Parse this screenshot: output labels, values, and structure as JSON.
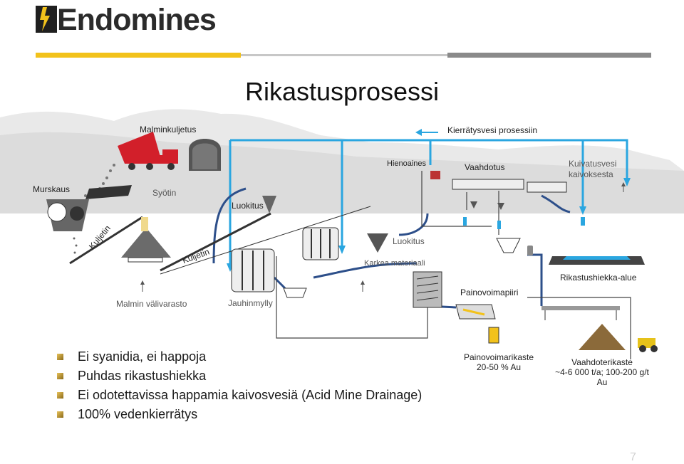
{
  "brand": {
    "name": "Endomines",
    "colors": {
      "accent": "#f2c21b",
      "gray": "#8a8a8a",
      "flow_blue": "#2aa6e0",
      "return_navy": "#2d4f8a"
    }
  },
  "title": "Rikastusprosessi",
  "diagram": {
    "labels": {
      "malminkuljetus": "Malminkuljetus",
      "kierratysvesi": "Kierrätysvesi prosessiin",
      "murskaus": "Murskaus",
      "syotin": "Syötin",
      "hienoaines": "Hienoaines",
      "vaahdotus": "Vaahdotus",
      "kuivatusvesi_1": "Kuivatusvesi",
      "kuivatusvesi_2": "kaivoksesta",
      "luokitus_1": "Luokitus",
      "kuljetin_1": "Kuljetin",
      "kuljetin_2": "Kuljetin",
      "luokitus_2": "Luokitus",
      "karkea_materiaali": "Karkea materiaali",
      "rikastushiekka_alue": "Rikastushiekka-alue",
      "malmin_valivarasto": "Malmin välivarasto",
      "jauhinmylly": "Jauhinmylly",
      "painovoimapiiri": "Painovoimapiiri"
    },
    "products": {
      "painovoima": {
        "name": "Painovoimarikaste",
        "value": "20-50 % Au"
      },
      "vaahdote": {
        "name": "Vaahdoterikaste",
        "value": "~4-6 000 t/a; 100-200 g/t",
        "value2": "Au"
      }
    }
  },
  "bullets": [
    "Ei syanidia, ei happoja",
    "Puhdas rikastushiekka",
    "Ei odotettavissa happamia kaivosvesiä (Acid Mine Drainage)",
    "100% vedenkierrätys"
  ],
  "page_number": "7"
}
